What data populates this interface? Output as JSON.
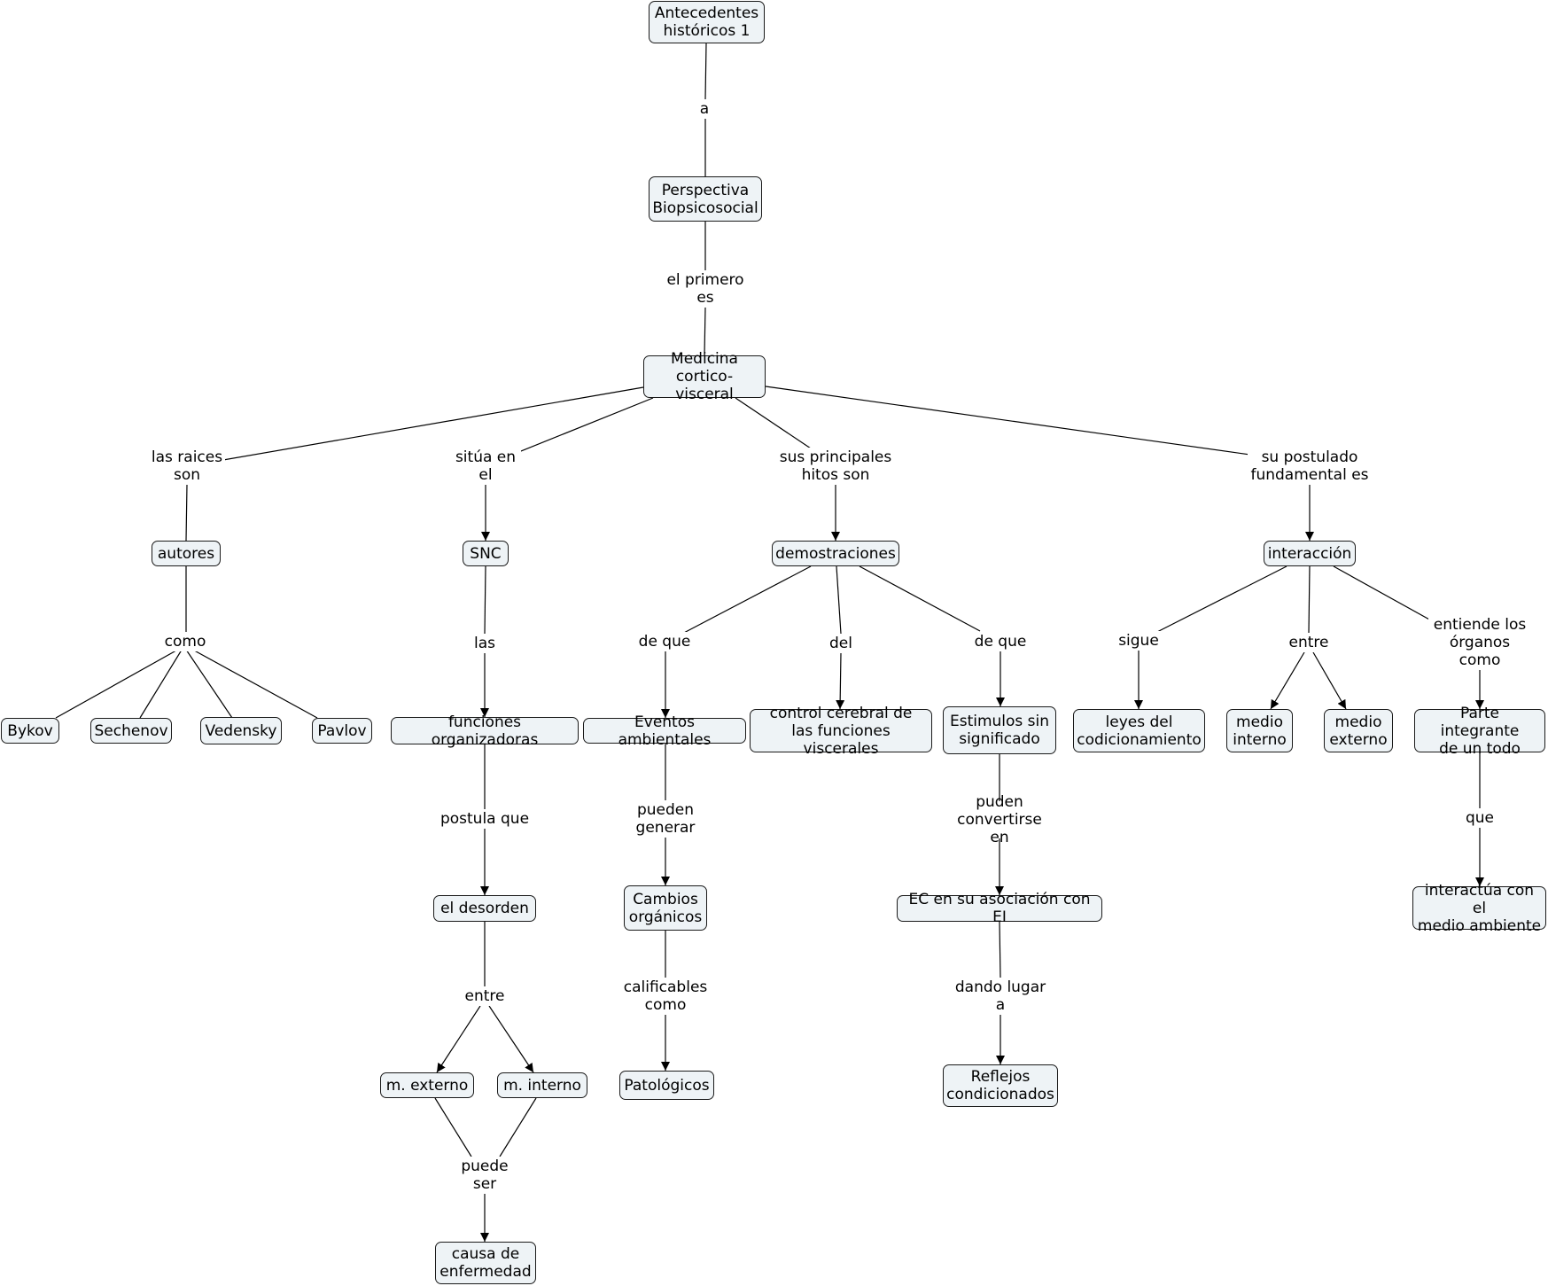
{
  "diagram": {
    "concepts": {
      "antecedentes": "Antecedentes\nhistóricos 1",
      "perspectiva": "Perspectiva\nBiopsicosocial",
      "medicina": "Medicina\ncortico-visceral",
      "autores": "autores",
      "snc": "SNC",
      "demostraciones": "demostraciones",
      "interaccion": "interacción",
      "bykov": "Bykov",
      "sechenov": "Sechenov",
      "vedensky": "Vedensky",
      "pavlov": "Pavlov",
      "funciones": "funciones organizadoras",
      "eventos": "Eventos ambientales",
      "control": "control cerebral de\nlas funciones viscerales",
      "estimulos": "Estimulos sin\nsignificado",
      "leyes": "leyes del\ncodicionamiento",
      "medio_interno": "medio\ninterno",
      "medio_externo": "medio\nexterno",
      "parte": "Parte integrante\nde un todo",
      "desorden": "el desorden",
      "cambios": "Cambios\norgánicos",
      "ec": "EC en su asociación con EI",
      "interactua": "interactúa con el\nmedio ambiente",
      "m_externo": "m. externo",
      "m_interno": "m. interno",
      "patologicos": "Patológicos",
      "reflejos": "Reflejos\ncondicionados",
      "causa": "causa de\nenfermedad"
    },
    "links": {
      "a1": "a",
      "el_primero": "el primero\nes",
      "las_raices": "las raices\nson",
      "situa": "sitúa en\nel",
      "sus_principales": "sus principales\nhitos son",
      "su_postulado": "su postulado\nfundamental es",
      "como": "como",
      "las": "las",
      "de_que_1": "de que",
      "del": "del",
      "de_que_2": "de que",
      "sigue": "sigue",
      "entre_1": "entre",
      "entiende": "entiende los\nórganos\ncomo",
      "postula": "postula que",
      "pueden_generar": "pueden\ngenerar",
      "puden_convertirse": "puden convertirse\nen",
      "que": "que",
      "entre_2": "entre",
      "calificables": "calificables\ncomo",
      "dando_lugar": "dando lugar\na",
      "puede_ser": "puede\nser"
    }
  }
}
